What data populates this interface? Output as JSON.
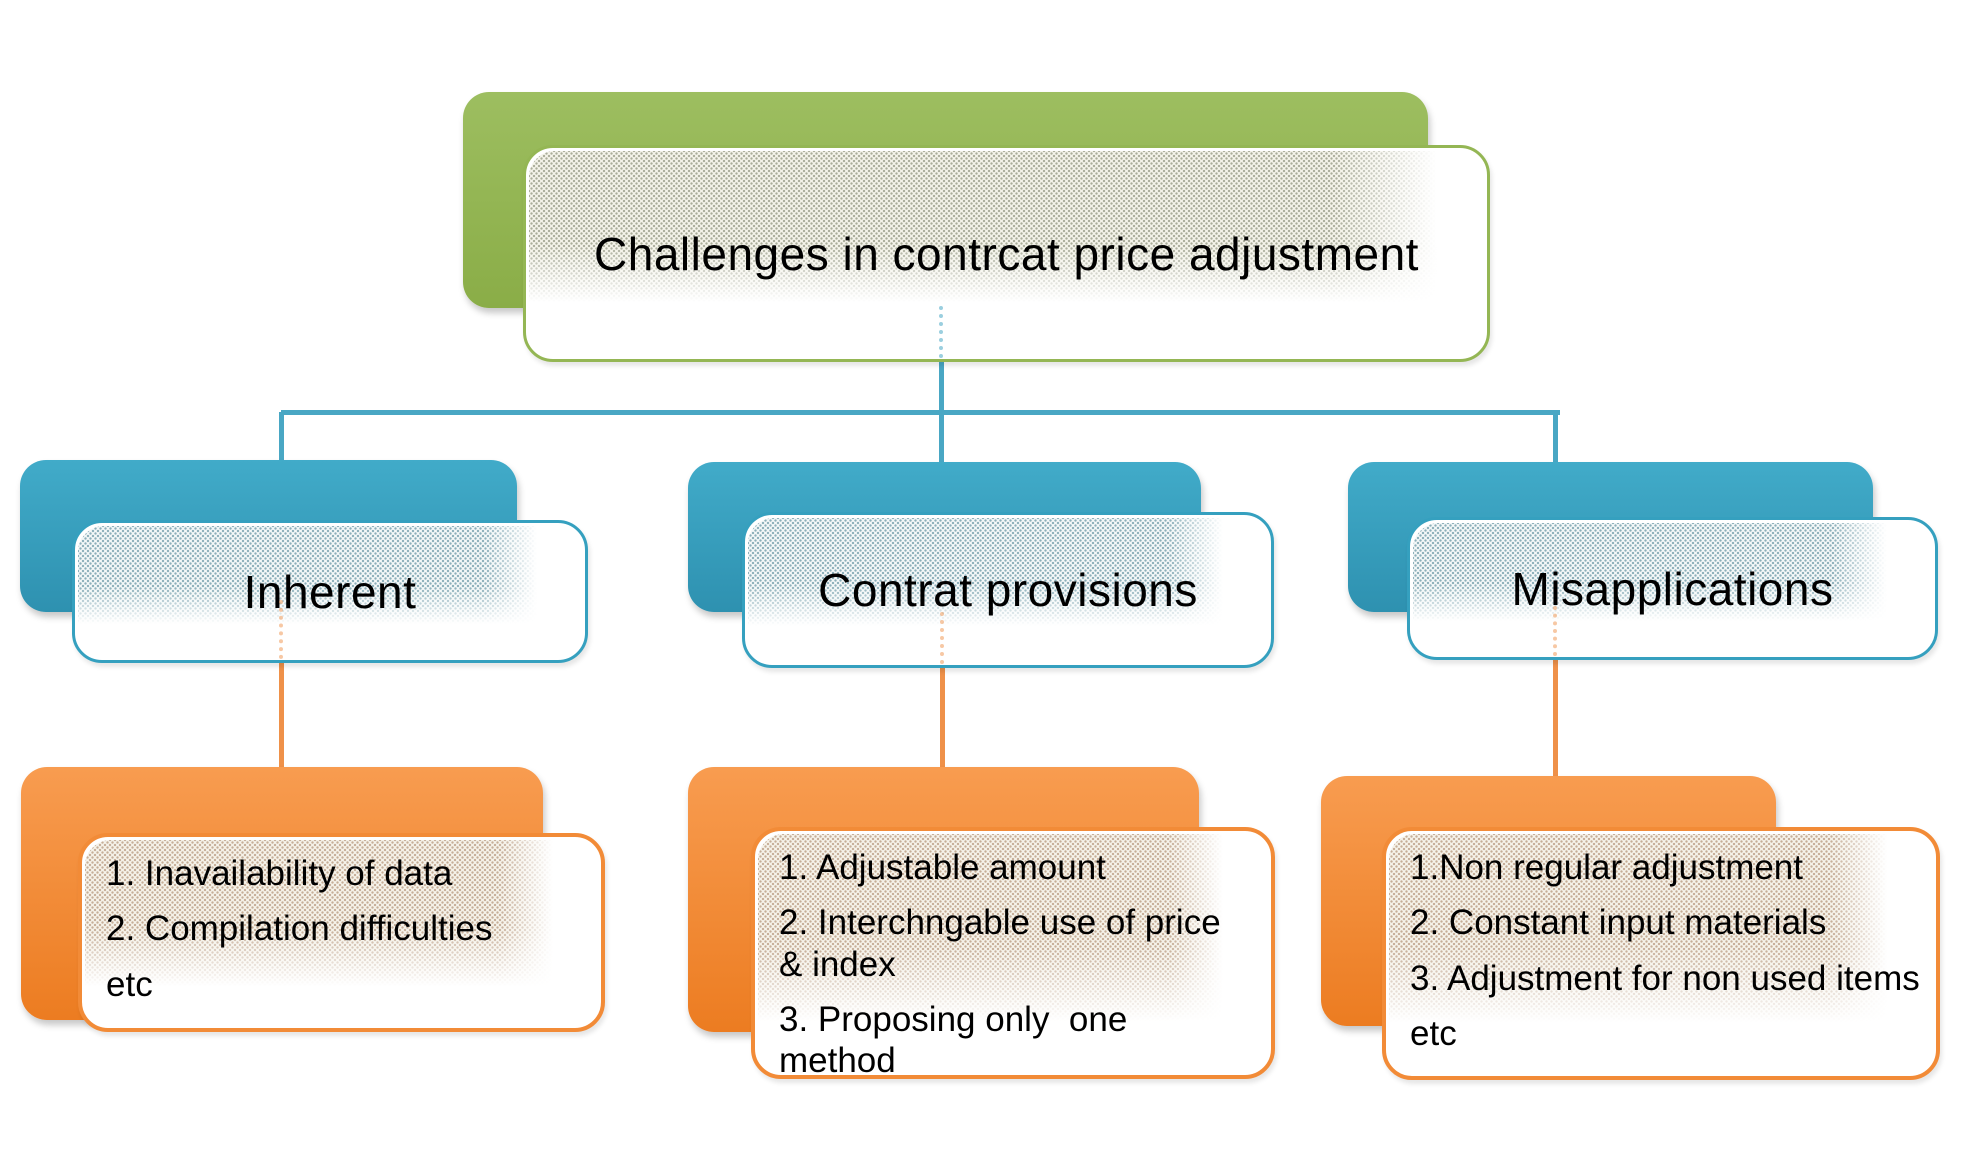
{
  "diagram": {
    "title": "Challenges in contrcat price adjustment",
    "colors": {
      "root_accent": "#9bbb59",
      "branch_accent": "#38a3c2",
      "leaf_accent": "#f79646",
      "connector_teal": "#49a7c4",
      "connector_orange": "#ef9149",
      "text": "#000000"
    },
    "branches": [
      {
        "label": "Inherent",
        "items": [
          "1. Inavailability of data",
          "2. Compilation difficulties",
          "etc"
        ]
      },
      {
        "label": "Contrat provisions",
        "items": [
          "1. Adjustable amount",
          "2. Interchngable use of price\n& index",
          "3. Proposing only  one\nmethod"
        ]
      },
      {
        "label": "Misapplications",
        "items": [
          "1.Non regular adjustment",
          "2. Constant input materials",
          "3. Adjustment for non used items",
          "etc"
        ]
      }
    ]
  }
}
